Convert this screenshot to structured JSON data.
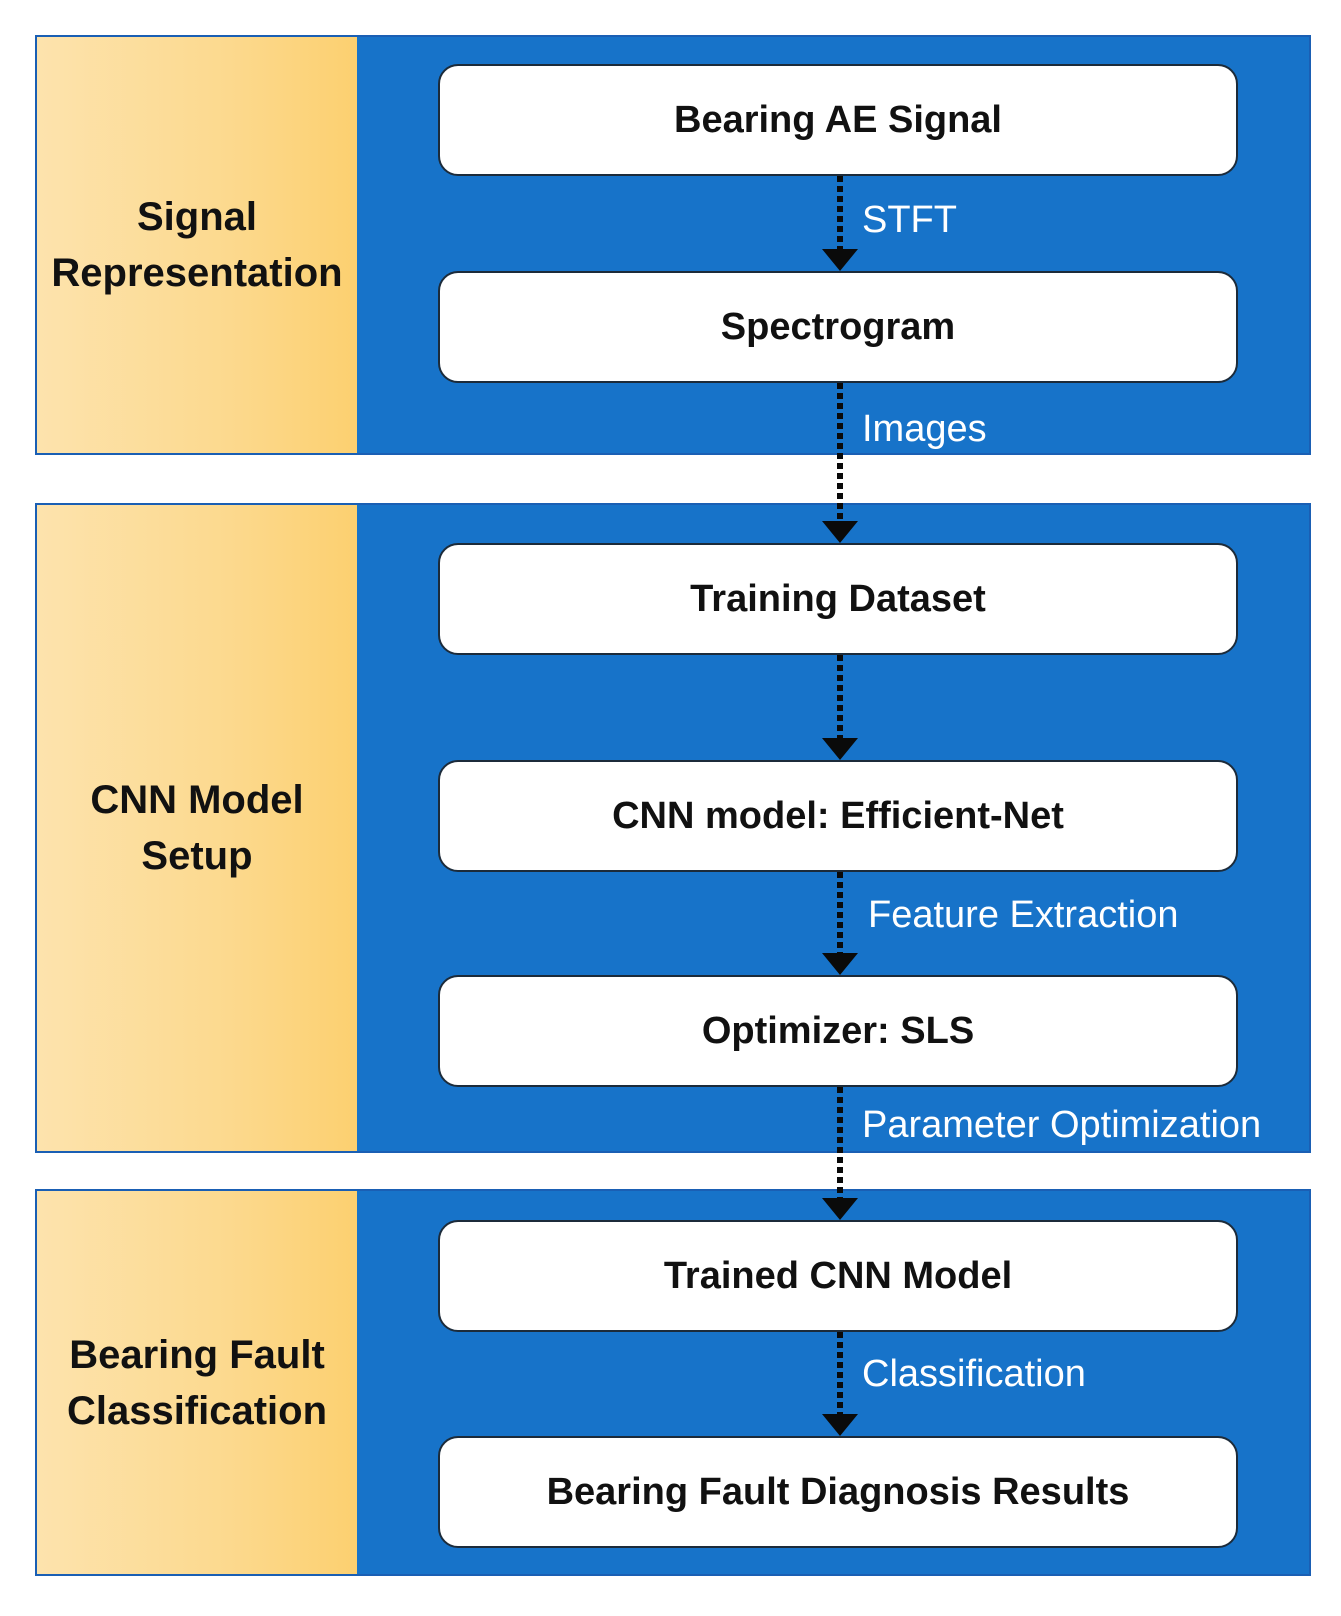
{
  "sections": [
    {
      "label": "Signal\nRepresentation"
    },
    {
      "label": "CNN Model\nSetup"
    },
    {
      "label": "Bearing Fault\nClassification"
    }
  ],
  "nodes": [
    {
      "label": "Bearing AE Signal"
    },
    {
      "label": "Spectrogram"
    },
    {
      "label": "Training Dataset"
    },
    {
      "label": "CNN model: Efficient-Net"
    },
    {
      "label": "Optimizer: SLS"
    },
    {
      "label": "Trained CNN Model"
    },
    {
      "label": "Bearing Fault Diagnosis Results"
    }
  ],
  "edges": [
    {
      "from": "Bearing AE Signal",
      "to": "Spectrogram",
      "label": "STFT"
    },
    {
      "from": "Spectrogram",
      "to": "Training Dataset",
      "label": "Images"
    },
    {
      "from": "Training Dataset",
      "to": "CNN model: Efficient-Net",
      "label": ""
    },
    {
      "from": "CNN model: Efficient-Net",
      "to": "Optimizer: SLS",
      "label": "Feature Extraction"
    },
    {
      "from": "Optimizer: SLS",
      "to": "Trained CNN Model",
      "label": "Parameter Optimization"
    },
    {
      "from": "Trained CNN Model",
      "to": "Bearing Fault Diagnosis Results",
      "label": "Classification"
    }
  ],
  "colors": {
    "section_blue": "#1773c9",
    "section_gold": "#fcd070",
    "arrow": "#0a0a0a",
    "box_fill": "#ffffff"
  }
}
